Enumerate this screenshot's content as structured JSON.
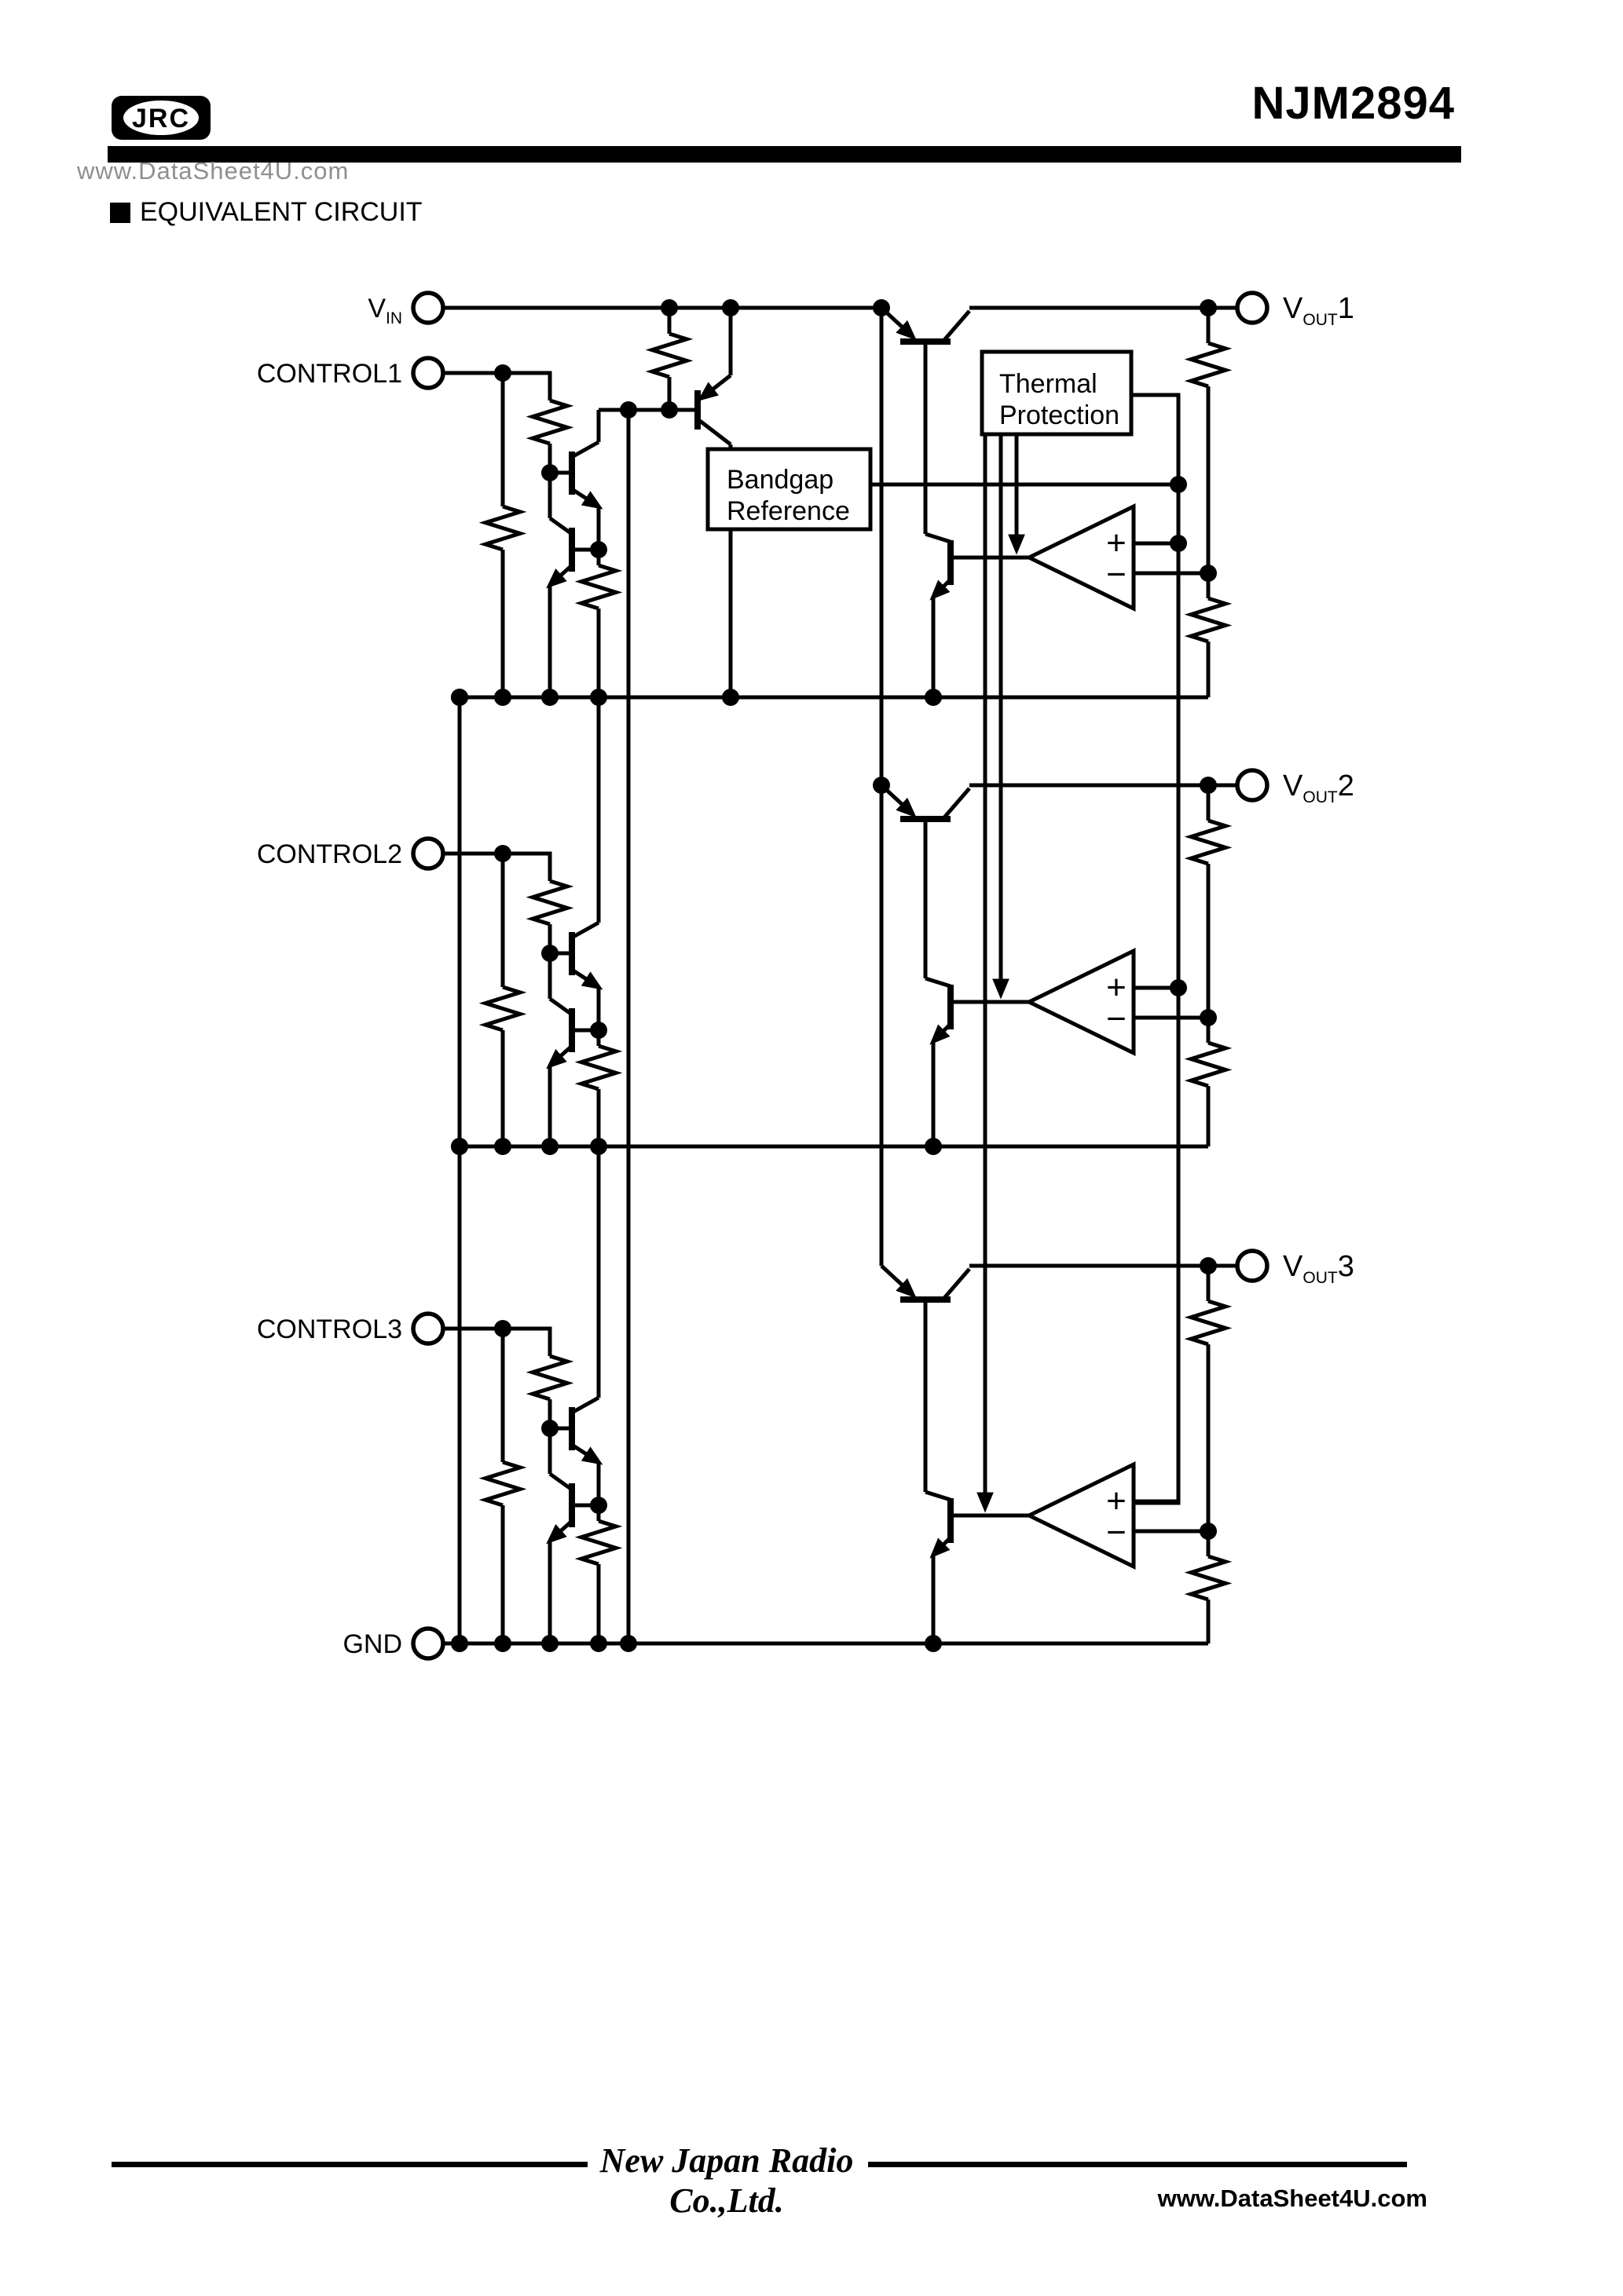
{
  "header": {
    "logo_text": "JRC",
    "part_number": "NJM2894",
    "watermark": "www.DataSheet4U.com",
    "section_title": "EQUIVALENT CIRCUIT"
  },
  "footer": {
    "company": "New Japan Radio Co.,Ltd.",
    "website": "www.DataSheet4U.com"
  },
  "circuit": {
    "terminals": {
      "vin": {
        "main": "V",
        "sub": "IN"
      },
      "control1": "CONTROL1",
      "control2": "CONTROL2",
      "control3": "CONTROL3",
      "gnd": "GND",
      "vout1": {
        "main": "V",
        "sub": "OUT",
        "suffix": "1"
      },
      "vout2": {
        "main": "V",
        "sub": "OUT",
        "suffix": "2"
      },
      "vout3": {
        "main": "V",
        "sub": "OUT",
        "suffix": "3"
      }
    },
    "blocks": {
      "thermal": {
        "line1": "Thermal",
        "line2": "Protection"
      },
      "bandgap": {
        "line1": "Bandgap",
        "line2": "Reference"
      }
    },
    "opamp": {
      "plus": "+",
      "minus": "−"
    },
    "colors": {
      "line": "#000000",
      "background": "#ffffff",
      "watermark_gray": "#8f8f8f"
    }
  }
}
